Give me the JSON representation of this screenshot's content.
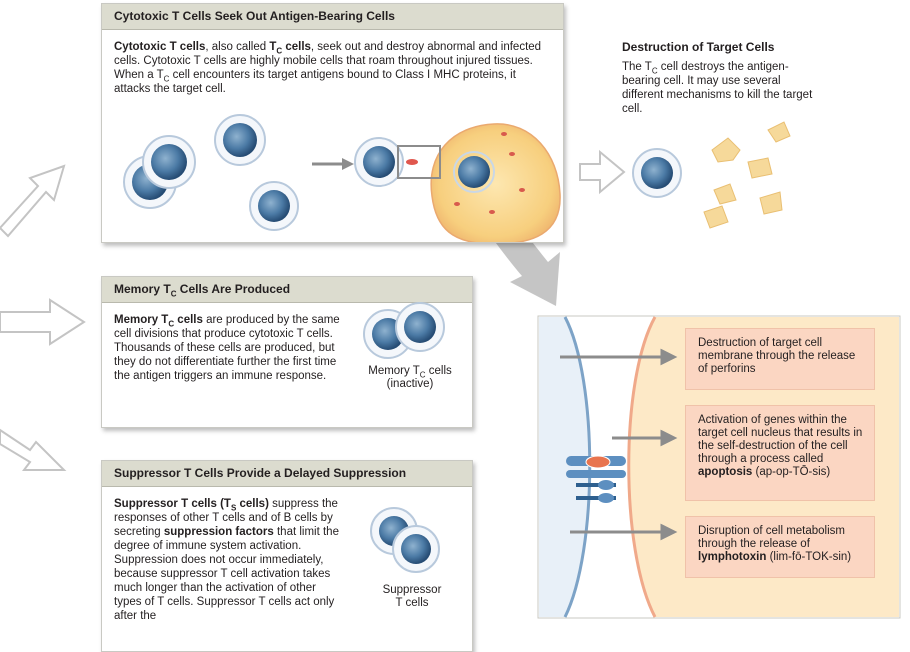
{
  "panel_cytotoxic": {
    "title": "Cytotoxic T Cells Seek Out Antigen-Bearing Cells",
    "t1": "Cytotoxic T cells",
    "t2": ", also called ",
    "t3": "T",
    "t4": "C",
    "t5": " cells",
    "t6": ", seek out and destroy abnormal and infected cells. Cytotoxic T cells are highly mobile cells that roam throughout injured tissues. When a T",
    "t7": "C",
    "t8": " cell encounters its target antigens bound to Class I MHC proteins, it attacks the target cell."
  },
  "destruction": {
    "title": "Destruction of Target Cells",
    "t1": "The T",
    "t2": "C",
    "t3": " cell destroys the antigen-bearing cell. It may use several different mechanisms to kill the target cell."
  },
  "panel_memory": {
    "title_a": "Memory T",
    "title_sub": "C",
    "title_b": " Cells Are Produced",
    "t1": "Memory T",
    "t1_sub": "C",
    "t1_c": " cells",
    "t2": " are produced by the same cell divisions that produce cytotoxic T cells. Thousands of these cells are produced, but they do not differentiate further the first time the antigen triggers an immune response.",
    "caption_a": "Memory T",
    "caption_sub": "C",
    "caption_b": " cells",
    "caption_c": "(inactive)"
  },
  "panel_suppressor": {
    "title": "Suppressor T Cells Provide a Delayed Suppression",
    "t1": "Suppressor T cells (T",
    "t1_sub": "S",
    "t1_c": " cells)",
    "t2": " suppress the responses of other T cells and of B cells by secreting ",
    "t3": "suppression factors",
    "t4": " that limit the degree of immune system activation. Suppression does not occur immediately, because suppressor T cell activation takes much longer than the activation of other types of T cells. Suppressor T cells act only after the",
    "caption_a": "Suppressor",
    "caption_b": "T cells"
  },
  "mechanisms": {
    "m1": "Destruction of target cell membrane through the release of perforins",
    "m2a": "Activation of genes within the target cell nucleus that results in the self-destruction of the cell through a process called ",
    "m2b": "apoptosis",
    "m2c": " (ap-op-TŌ-sis)",
    "m3a": "Disruption of cell metabolism through the release of ",
    "m3b": "lymphotoxin",
    "m3c": " (lim-fō-TOK-sin)"
  },
  "colors": {
    "panel_header": "#dcdccf",
    "target_cell": "#f9d88e",
    "cell_blue": "#3f6f9b",
    "mechanism_box": "#fbd6c2",
    "arrow_gray": "#8c8c8c"
  }
}
